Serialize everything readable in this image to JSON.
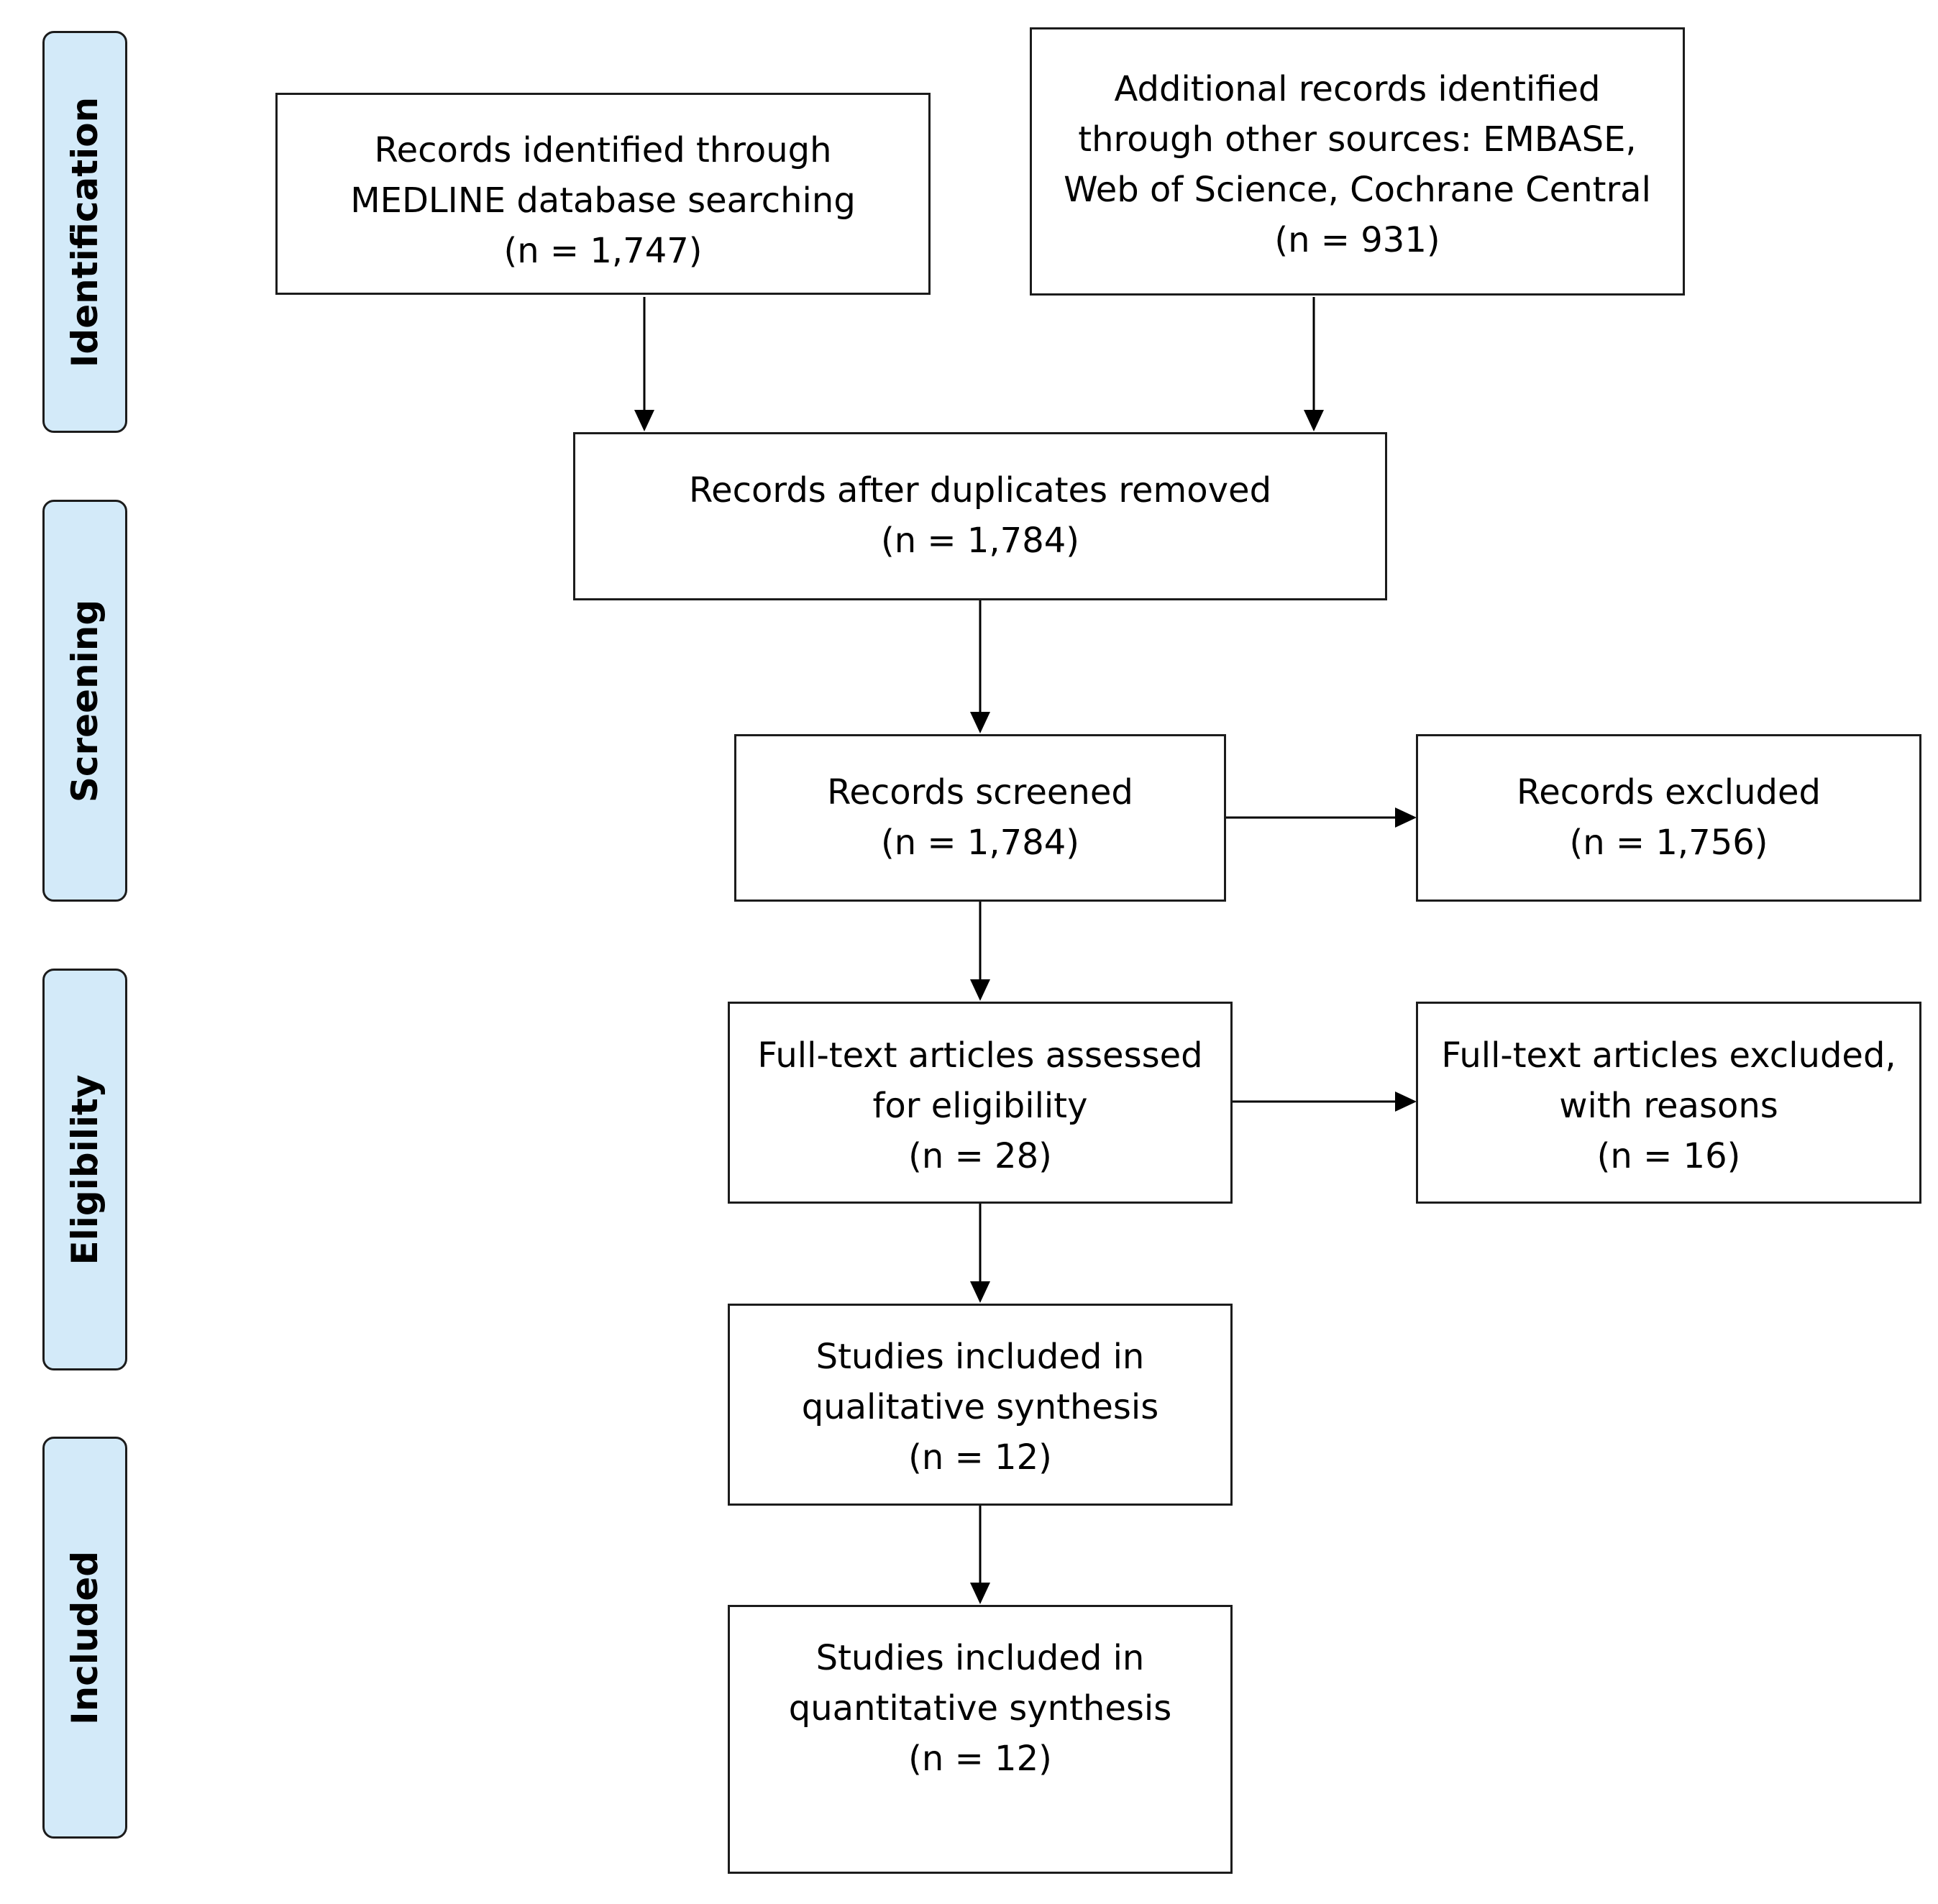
{
  "phases": {
    "identification": "Identification",
    "screening": "Screening",
    "eligibility": "Eligibility",
    "included": "Included"
  },
  "boxes": {
    "medline": {
      "line1": "Records identified through",
      "line2": "MEDLINE database searching",
      "count": "(n = 1,747)"
    },
    "other_sources": {
      "line1": "Additional records identified",
      "line2": "through other sources: EMBASE,",
      "line3": "Web of Science, Cochrane Central",
      "count": "(n = 931)"
    },
    "duplicates_removed": {
      "line1": "Records after duplicates removed",
      "count": "(n = 1,784)"
    },
    "screened": {
      "line1": "Records screened",
      "count": "(n = 1,784)"
    },
    "excluded": {
      "line1": "Records excluded",
      "count": "(n = 1,756)"
    },
    "fulltext_assessed": {
      "line1": "Full-text articles assessed",
      "line2": "for eligibility",
      "count": "(n = 28)"
    },
    "fulltext_excluded": {
      "line1": "Full-text articles excluded,",
      "line2": "with reasons",
      "count": "(n = 16)"
    },
    "qualitative": {
      "line1": "Studies included in",
      "line2": "qualitative synthesis",
      "count": "(n = 12)"
    },
    "quantitative": {
      "line1": "Studies included in",
      "line2": "quantitative synthesis",
      "count": "(n = 12)"
    }
  }
}
